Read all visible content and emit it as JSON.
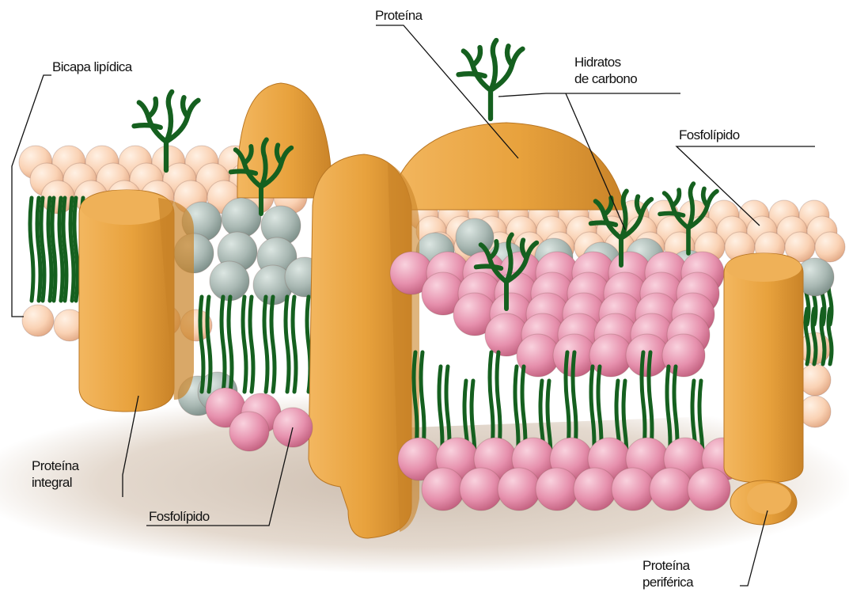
{
  "labels": {
    "proteina_top": "Proteína",
    "bicapa": "Bicapa lipídica",
    "hidratos_line1": "Hidratos",
    "hidratos_line2": "de carbono",
    "fosfolipido_right": "Fosfolípido",
    "proteina_integral_line1": "Proteína",
    "proteina_integral_line2": "integral",
    "fosfolipido_bottom": "Fosfolípido",
    "proteina_periferica_line1": "Proteína",
    "proteina_periferica_line2": "periférica"
  },
  "colors": {
    "protein": "#E8A23D",
    "protein_shade": "#C98328",
    "head_peach": "#FAD2B4",
    "head_gray": "#A9B8B3",
    "head_pink": "#E690AD",
    "lipid_tail": "#15601F",
    "shadow": "#D8CBBE"
  }
}
